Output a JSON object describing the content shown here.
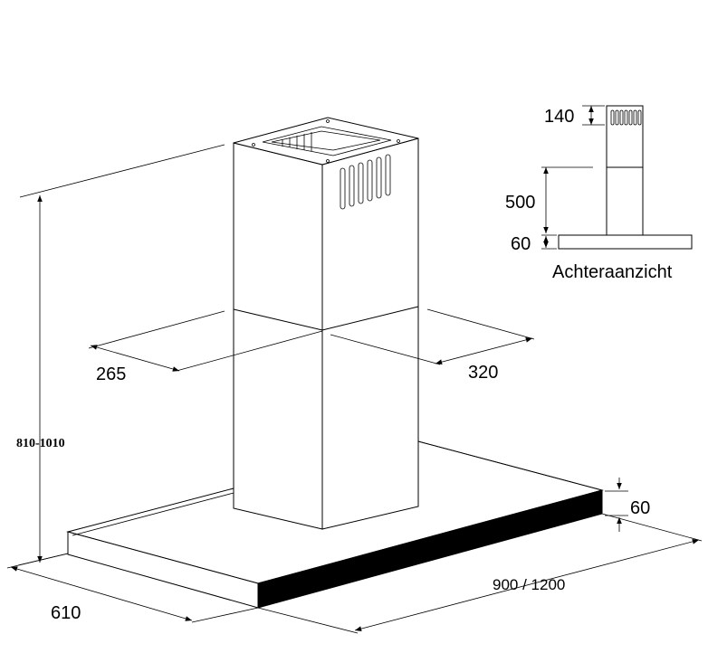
{
  "main_view": {
    "height_label": "810-1010",
    "chimney_depth_label": "265",
    "chimney_width_label": "320",
    "canopy_depth_label": "610",
    "canopy_width_label": "900 / 1200",
    "canopy_height_label": "60"
  },
  "rear_view": {
    "title": "Achteraanzicht",
    "top_label": "140",
    "middle_label": "500",
    "bottom_label": "60"
  }
}
